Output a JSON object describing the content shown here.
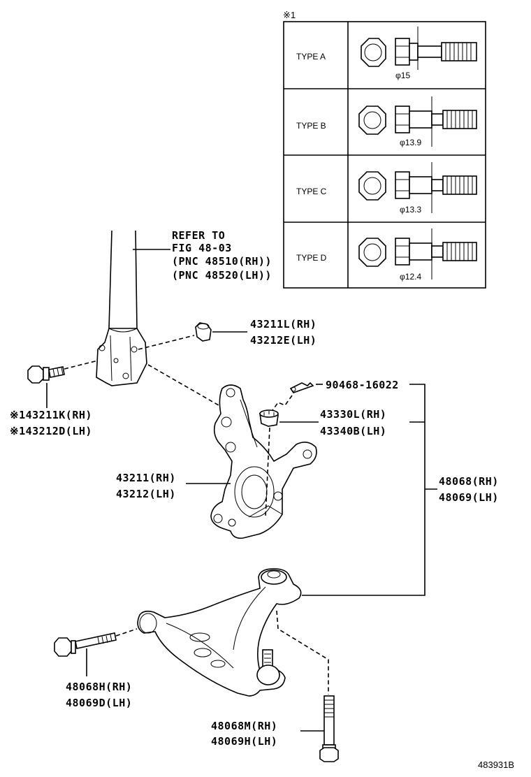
{
  "type_table": {
    "mark": "※1",
    "rows": [
      {
        "label": "TYPE A",
        "dim": "φ15"
      },
      {
        "label": "TYPE B",
        "dim": "φ13.9"
      },
      {
        "label": "TYPE C",
        "dim": "φ13.3"
      },
      {
        "label": "TYPE D",
        "dim": "φ12.4"
      }
    ]
  },
  "refer": {
    "line1": "REFER TO",
    "line2": "FIG 48-03",
    "line3": "(PNC 48510(RH))",
    "line4": "(PNC 48520(LH))"
  },
  "parts": {
    "nut_upper": {
      "rh": "43211L(RH)",
      "lh": "43212E(LH)"
    },
    "bolt_strut": {
      "rh": "※143211K(RH)",
      "lh": "※143212D(LH)"
    },
    "cotter_pin": {
      "num": "90468-16022"
    },
    "castle_nut": {
      "rh": "43330L(RH)",
      "lh": "43340B(LH)"
    },
    "assy": {
      "rh": "48068(RH)",
      "lh": "48069(LH)"
    },
    "knuckle": {
      "rh": "43211(RH)",
      "lh": "43212(LH)"
    },
    "arm_bolt": {
      "rh": "48068H(RH)",
      "lh": "48069D(LH)"
    },
    "long_bolt": {
      "rh": "48068M(RH)",
      "lh": "48069H(LH)"
    }
  },
  "figure_id": "483931B"
}
